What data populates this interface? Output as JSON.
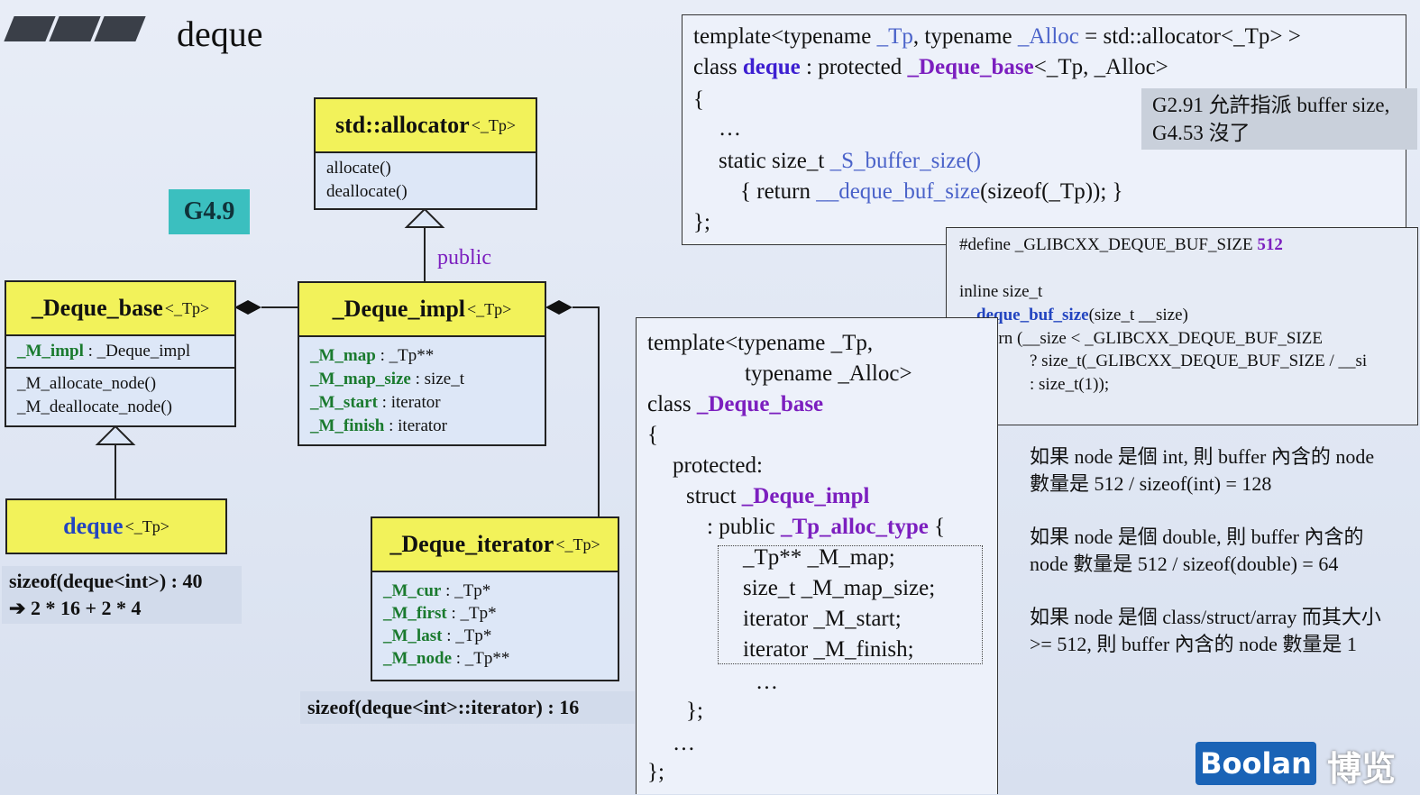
{
  "slide": {
    "title": "deque",
    "version_badge": "G4.9"
  },
  "uml": {
    "allocator": {
      "name": "std::allocator",
      "tp": "<_Tp>",
      "methods": [
        "allocate()",
        "deallocate()"
      ]
    },
    "public_label": "public",
    "deque_base": {
      "name": "_Deque_base",
      "tp": "<_Tp>",
      "field_name": "_M_impl",
      "field_type": " : _Deque_impl",
      "methods": [
        "_M_allocate_node()",
        "_M_deallocate_node()"
      ]
    },
    "deque_impl": {
      "name": "_Deque_impl",
      "tp": "<_Tp>",
      "fields": [
        {
          "name": "_M_map",
          "type": " : _Tp**"
        },
        {
          "name": "_M_map_size",
          "type": " : size_t"
        },
        {
          "name": "_M_start",
          "type": " : iterator"
        },
        {
          "name": "_M_finish",
          "type": " : iterator"
        }
      ]
    },
    "deque": {
      "name": "deque",
      "tp": "<_Tp>"
    },
    "deque_iterator": {
      "name": "_Deque_iterator",
      "tp": "<_Tp>",
      "fields": [
        {
          "name": "_M_cur",
          "type": " : _Tp*"
        },
        {
          "name": "_M_first",
          "type": " : _Tp*"
        },
        {
          "name": "_M_last",
          "type": " : _Tp*"
        },
        {
          "name": "_M_node",
          "type": " : _Tp**"
        }
      ]
    },
    "sizeof_deque": "sizeof(deque<int>) : 40",
    "sizeof_deque_calc": "2 * 16 + 2 * 4",
    "sizeof_iterator": "sizeof(deque<int>::iterator) : 16"
  },
  "code_top": {
    "line1_a": "template<typename ",
    "line1_b": "_Tp",
    "line1_c": ", typename ",
    "line1_d": "_Alloc",
    "line1_e": " = std::allocator<_Tp> >",
    "line2_a": "class ",
    "line2_b": "deque",
    "line2_c": " : protected ",
    "line2_d": "_Deque_base",
    "line2_e": "<_Tp, _Alloc>",
    "line3": "{",
    "line4": "…",
    "line5_a": "static size_t ",
    "line5_b": "_S_buffer_size()",
    "line6_a": "{ return ",
    "line6_b": "__deque_buf_size",
    "line6_c": "(sizeof(_Tp)); }",
    "line7": "};",
    "note1": "G2.91 允許指派 buffer size,",
    "note2": "G4.53 沒了"
  },
  "code_define": {
    "define_a": "#define _GLIBCXX_DEQUE_BUF_SIZE ",
    "define_b": "512",
    "l2": "inline size_t",
    "l3_a": "__deque_buf_size",
    "l3_b": "(size_t __size)",
    "l4": "{ return (__size < _GLIBCXX_DEQUE_BUF_SIZE",
    "l5": "? size_t(_GLIBCXX_DEQUE_BUF_SIZE / __si",
    "l6": ": size_t(1));",
    "l7": "}"
  },
  "code_base": {
    "l1": "template<typename _Tp,",
    "l2": "typename _Alloc>",
    "l3_a": "class ",
    "l3_b": "_Deque_base",
    "l4": "{",
    "l5": "protected:",
    "l6_a": "struct ",
    "l6_b": "_Deque_impl",
    "l7_a": ": public ",
    "l7_b": "_Tp_alloc_type",
    "l7_c": " {",
    "f1": "_Tp** _M_map;",
    "f2": "size_t _M_map_size;",
    "f3": "iterator _M_start;",
    "f4": "iterator _M_finish;",
    "dots1": "…",
    "l12": "};",
    "dots2": "…",
    "l14": "};"
  },
  "notes": {
    "n1a": "如果 node 是個 int, 則 buffer 內含的 node",
    "n1b": "數量是 512 / sizeof(int) = 128",
    "n2a": "如果 node 是個 double, 則 buffer 內含的",
    "n2b": "node 數量是 512 / sizeof(double) = 64",
    "n3a": "如果 node 是個 class/struct/array 而其大小",
    "n3b": ">= 512, 則 buffer 內含的 node 數量是 1"
  },
  "logo": {
    "en": "Boolan",
    "cn": "博览"
  }
}
